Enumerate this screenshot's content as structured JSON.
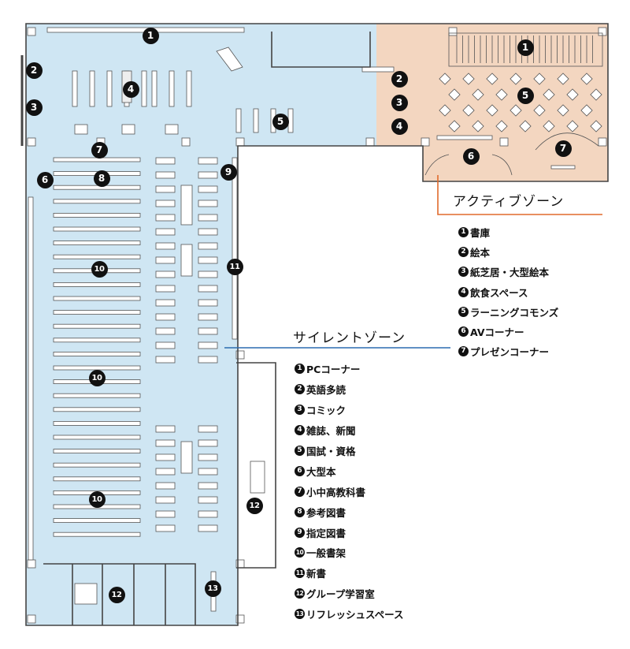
{
  "zones": {
    "active": {
      "title": "アクティブゾーン",
      "color": "#f3d6c0",
      "accent": "#e06a2c",
      "items": [
        {
          "num": "1",
          "label": "書庫"
        },
        {
          "num": "2",
          "label": "絵本"
        },
        {
          "num": "3",
          "label": "紙芝居・大型絵本"
        },
        {
          "num": "4",
          "label": "飲食スペース"
        },
        {
          "num": "5",
          "label": "ラーニングコモンズ"
        },
        {
          "num": "6",
          "label": "AVコーナー"
        },
        {
          "num": "7",
          "label": "プレゼンコーナー"
        }
      ]
    },
    "silent": {
      "title": "サイレントゾーン",
      "color": "#cfe6f3",
      "accent": "#2b6cb0",
      "items": [
        {
          "num": "1",
          "label": "PCコーナー"
        },
        {
          "num": "2",
          "label": "英語多読"
        },
        {
          "num": "3",
          "label": "コミック"
        },
        {
          "num": "4",
          "label": "雑誌、新聞"
        },
        {
          "num": "5",
          "label": "国試・資格"
        },
        {
          "num": "6",
          "label": "大型本"
        },
        {
          "num": "7",
          "label": "小中高教科書"
        },
        {
          "num": "8",
          "label": "参考図書"
        },
        {
          "num": "9",
          "label": "指定図書"
        },
        {
          "num": "10",
          "label": "一般書架"
        },
        {
          "num": "11",
          "label": "新書"
        },
        {
          "num": "12",
          "label": "グループ学習室"
        },
        {
          "num": "13",
          "label": "リフレッシュスペース"
        }
      ]
    }
  },
  "map_markers": {
    "active": [
      "1",
      "2",
      "3",
      "4",
      "5",
      "6",
      "7"
    ],
    "silent": [
      "1",
      "2",
      "3",
      "4",
      "5",
      "6",
      "7",
      "8",
      "9",
      "10",
      "10",
      "10",
      "11",
      "12",
      "12",
      "13"
    ]
  }
}
